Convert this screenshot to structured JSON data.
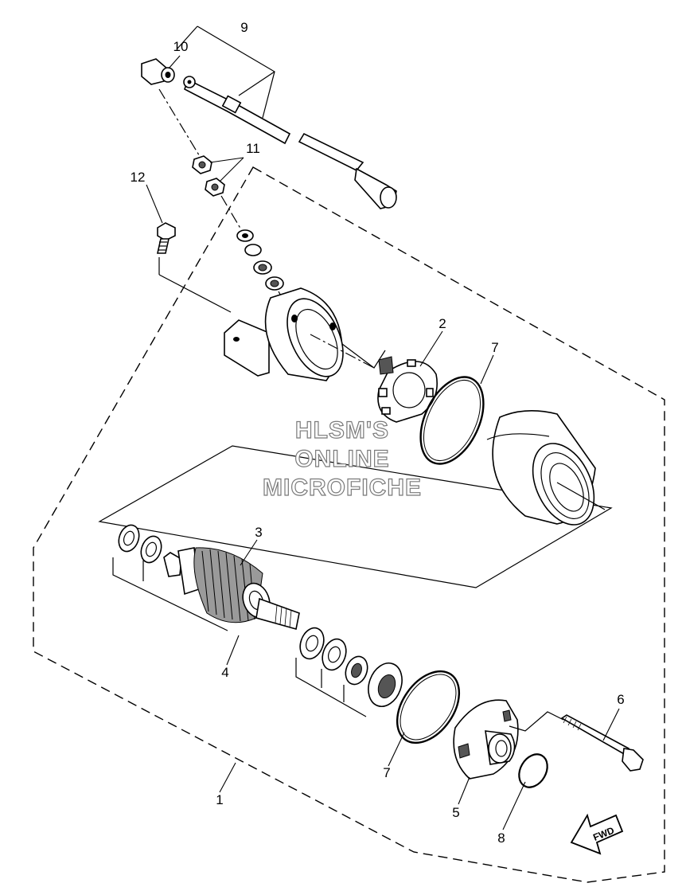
{
  "callouts": {
    "c1": "1",
    "c2": "2",
    "c3": "3",
    "c4": "4",
    "c5": "5",
    "c6": "6",
    "c7a": "7",
    "c7b": "7",
    "c8": "8",
    "c9": "9",
    "c10": "10",
    "c11": "11",
    "c12": "12"
  },
  "watermark": {
    "line1": "HLSM'S",
    "line2": "ONLINE",
    "line3": "MICROFICHE"
  },
  "fwd_label": "FWD"
}
